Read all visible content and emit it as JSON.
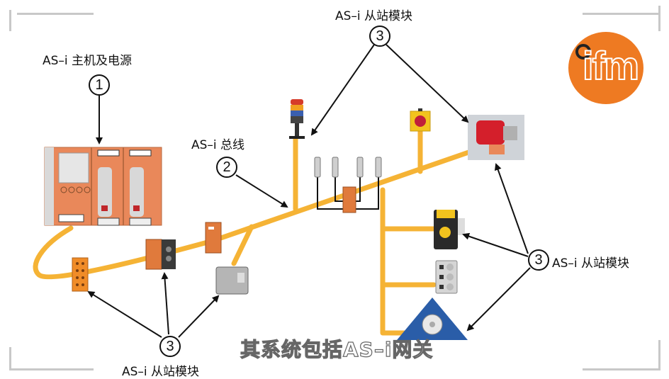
{
  "slide": {
    "labels": {
      "master": "AS–i 主机及电源",
      "slave_top": "AS–i 从站模块",
      "bus": "AS–i 总线",
      "slave_right": "AS–i 从站模块",
      "slave_bottom": "AS–i 从站模块"
    },
    "callouts": {
      "master": "1",
      "bus": "2",
      "slave_top": "3",
      "slave_right": "3",
      "slave_bottom": "3"
    },
    "logo": {
      "text": "ifm",
      "color": "#ee7a22"
    },
    "subtitle": "其系统包括AS–i网关",
    "colors": {
      "bus_cable": "#f5b335",
      "device_orange": "#e9885a",
      "arrow": "#111111"
    }
  },
  "components": [
    {
      "name": "AS-i master and power supply",
      "callout": "1"
    },
    {
      "name": "AS-i bus (yellow flat cable)",
      "callout": "2"
    },
    {
      "name": "signal tower lamp",
      "callout": "3"
    },
    {
      "name": "emergency stop switch",
      "callout": "3"
    },
    {
      "name": "motor with AS-i module",
      "callout": "3"
    },
    {
      "name": "sensors with AS-i splitter module",
      "callout": "3"
    },
    {
      "name": "valve actuator",
      "callout": "3"
    },
    {
      "name": "push-button control box",
      "callout": "3"
    },
    {
      "name": "drive unit",
      "callout": "3"
    },
    {
      "name": "I/O modules on bus",
      "callout": "3"
    }
  ]
}
